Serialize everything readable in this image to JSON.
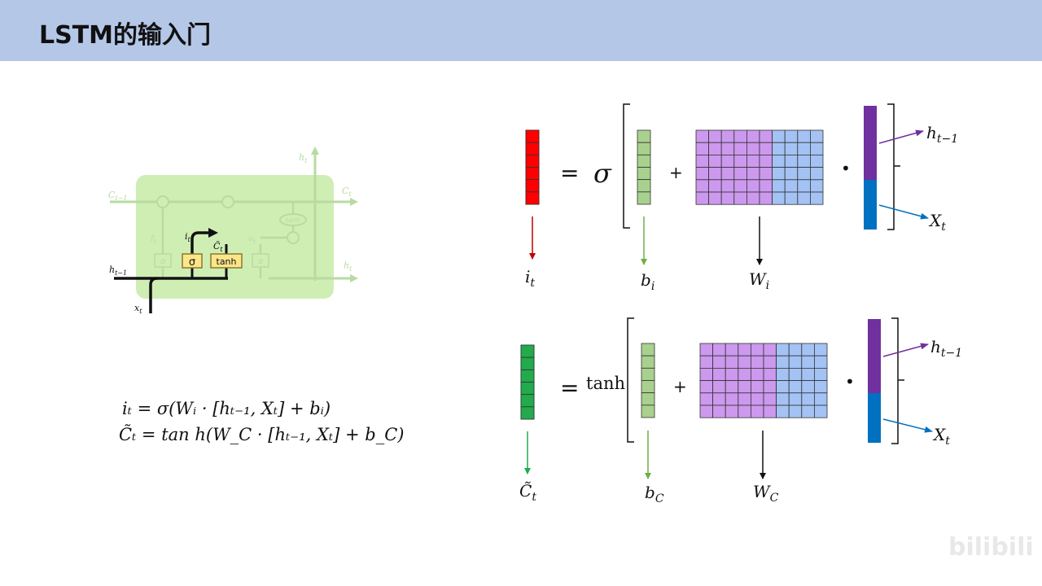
{
  "slide": {
    "title": "LSTM的输入门",
    "watermark": "bilibili"
  },
  "lstm_cell": {
    "labels": {
      "c_prev": "C",
      "c_prev_sub": "t−1",
      "c_next": "C",
      "c_next_sub": "t",
      "h_top": "h",
      "h_top_sub": "t",
      "h_right": "h",
      "h_right_sub": "t",
      "h_prev": "h",
      "h_prev_sub": "t−1",
      "x_in": "x",
      "x_in_sub": "t",
      "i_gate": "i",
      "i_gate_sub": "t",
      "c_tilde": "C̃",
      "c_tilde_sub": "t",
      "f": "f",
      "f_sub": "t",
      "o": "o",
      "o_sub": "t"
    },
    "gates": {
      "sigma": "σ",
      "tanh": "tanh",
      "faint_sigma": "σ",
      "faint_tanh": "tanh",
      "op_times": "×",
      "op_plus": "+"
    },
    "colors": {
      "cell_bg": "#cfeeb4",
      "gate_fill": "#fde58a",
      "gate_stroke": "#8a7a30",
      "faint": "#b7dba0"
    }
  },
  "formulas": {
    "line1": "iₜ = σ(Wᵢ · [hₜ₋₁, Xₜ] + bᵢ)",
    "line2": "C̃ₜ = tan h(W_C · [hₜ₋₁, Xₜ] + b_C)"
  },
  "diagram_top": {
    "equals": "=",
    "func": "σ",
    "plus": "+",
    "dot": "•",
    "out_label": "i",
    "out_sub": "t",
    "bias_label": "b",
    "bias_sub": "i",
    "weight_label": "W",
    "weight_sub": "i",
    "h_label": "h",
    "h_sub": "t−1",
    "x_label": "X",
    "x_sub": "t",
    "colors": {
      "output": "#ff0000",
      "arrow": "#c00000"
    }
  },
  "diagram_bottom": {
    "equals": "=",
    "func": "tanh",
    "plus": "+",
    "dot": "•",
    "out_label": "C̃",
    "out_sub": "t",
    "bias_label": "b",
    "bias_sub": "C",
    "weight_label": "W",
    "weight_sub": "C",
    "h_label": "h",
    "h_sub": "t−1",
    "x_label": "X",
    "x_sub": "t",
    "colors": {
      "output": "#22aa4d",
      "arrow": "#22aa4d"
    }
  },
  "colors": {
    "bias": "#a9d18e",
    "bias_arrow": "#70ad47",
    "weight_left": "#cc99ee",
    "weight_right": "#a4c2f4",
    "vec_h": "#7030a0",
    "vec_x": "#0070c0",
    "arrow_h": "#7030a0",
    "arrow_x": "#0070c0"
  }
}
